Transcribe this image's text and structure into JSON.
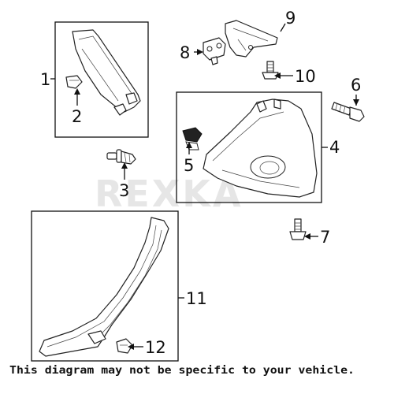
{
  "callouts": [
    "1",
    "2",
    "3",
    "4",
    "5",
    "6",
    "7",
    "8",
    "9",
    "10",
    "11",
    "12"
  ],
  "watermark": "REXKA",
  "disclaimer": "This diagram may not be specific to your vehicle.",
  "colors": {
    "ink": "#111111",
    "watermark": "#e6e6e6",
    "background": "#ffffff"
  }
}
